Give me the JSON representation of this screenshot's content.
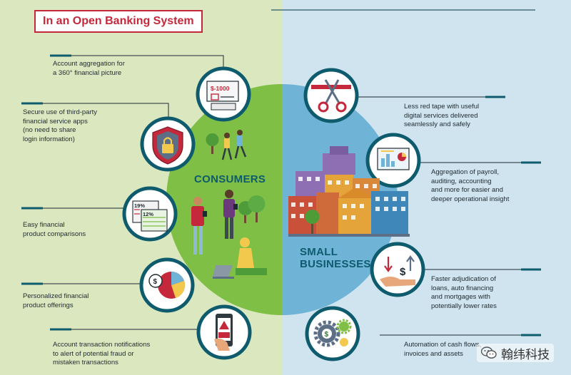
{
  "title": "In an Open Banking System",
  "colors": {
    "consumer_bg": "#dbe8bf",
    "business_bg": "#cfe4ef",
    "consumer_blob": "#7fbf45",
    "business_blob": "#6fb3d6",
    "icon_ring": "#0e5b6d",
    "accent_red": "#c4283a",
    "connector": "#1f2a30"
  },
  "consumers": {
    "label": "CONSUMERS",
    "items": [
      {
        "lines": [
          "Account aggregation for",
          "a 360° financial picture"
        ],
        "icon": "money-statement-icon"
      },
      {
        "lines": [
          "Secure use of third-party",
          "financial service apps",
          "(no need to share",
          "login information)"
        ],
        "icon": "shield-lock-icon"
      },
      {
        "lines": [
          "Easy financial",
          "product comparisons"
        ],
        "icon": "rate-comparison-icon"
      },
      {
        "lines": [
          "Personalized financial",
          "product offerings"
        ],
        "icon": "pie-chart-dollar-icon"
      },
      {
        "lines": [
          "Account transaction notifications",
          "to alert of potential fraud or",
          "mistaken transactions"
        ],
        "icon": "phone-alert-icon"
      }
    ],
    "icon_text": {
      "amount": "$-1000",
      "rate_a": "19%",
      "rate_b": "12%"
    }
  },
  "businesses": {
    "label_lines": [
      "SMALL",
      "BUSINESSES"
    ],
    "items": [
      {
        "lines": [
          "Less red tape with useful",
          "digital services delivered",
          "seamlessly and safely"
        ],
        "icon": "scissors-red-tape-icon"
      },
      {
        "lines": [
          "Aggregation of payroll,",
          "auditing, accounting",
          "and more for easier and",
          "deeper operational insight"
        ],
        "icon": "dashboard-screen-icon"
      },
      {
        "lines": [
          "Faster adjudication of",
          "loans, auto financing",
          "and mortgages with",
          "potentially lower rates"
        ],
        "icon": "hand-dollar-icon"
      },
      {
        "lines": [
          "Automation of cash flows,",
          "invoices and assets"
        ],
        "icon": "gears-dollar-icon"
      }
    ]
  },
  "watermark": {
    "text": "翰纬科技",
    "icon": "wechat-icon"
  }
}
